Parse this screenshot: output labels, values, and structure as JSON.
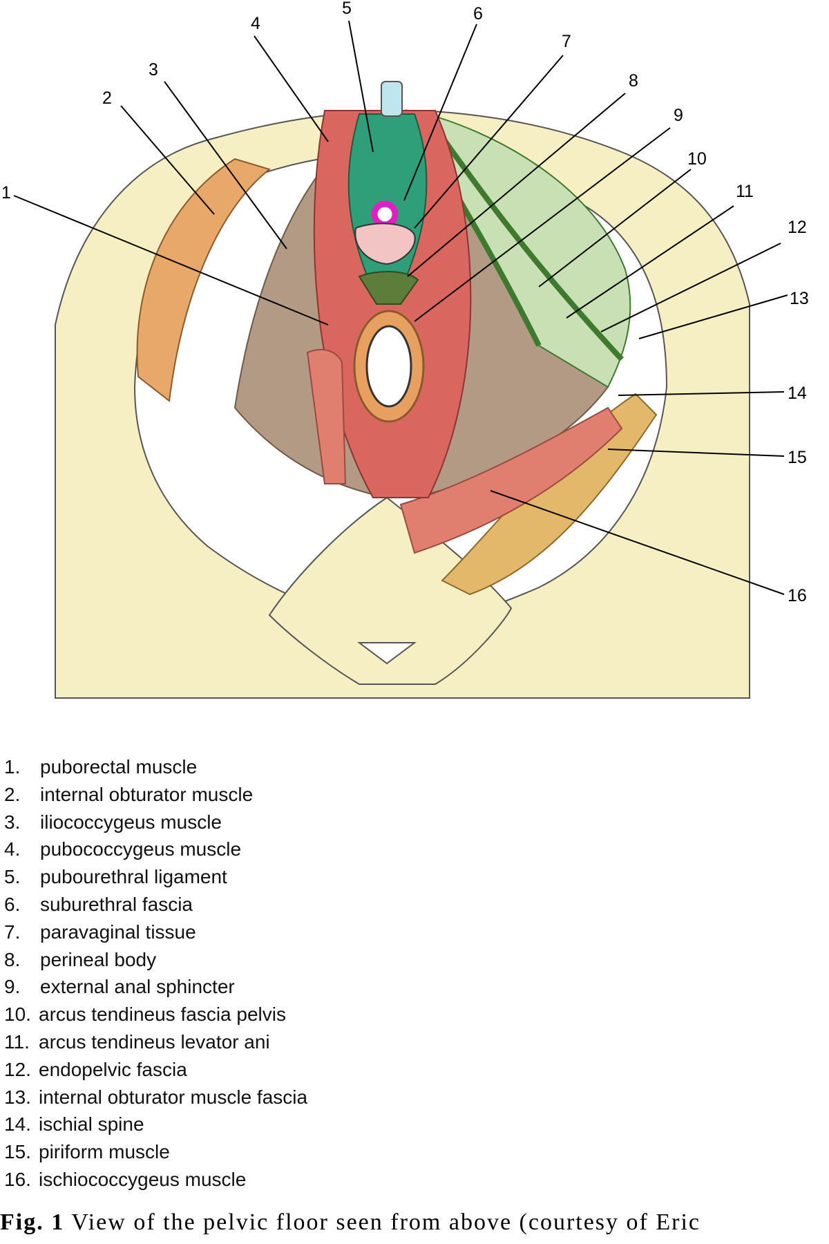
{
  "callouts": [
    "1",
    "2",
    "3",
    "4",
    "5",
    "6",
    "7",
    "8",
    "9",
    "10",
    "11",
    "12",
    "13",
    "14",
    "15",
    "16"
  ],
  "legend": [
    {
      "num": "1.",
      "text": "puborectal muscle"
    },
    {
      "num": "2.",
      "text": "internal obturator muscle"
    },
    {
      "num": "3.",
      "text": "iliococcygeus muscle"
    },
    {
      "num": "4.",
      "text": "pubococcygeus muscle"
    },
    {
      "num": "5.",
      "text": "pubourethral ligament"
    },
    {
      "num": "6.",
      "text": "suburethral fascia"
    },
    {
      "num": "7.",
      "text": "paravaginal tissue"
    },
    {
      "num": "8.",
      "text": "perineal body"
    },
    {
      "num": "9.",
      "text": "external anal sphincter"
    },
    {
      "num": "10.",
      "text": "arcus tendineus fascia pelvis"
    },
    {
      "num": "11.",
      "text": "arcus tendineus levator ani"
    },
    {
      "num": "12.",
      "text": "endopelvic fascia"
    },
    {
      "num": "13.",
      "text": "internal obturator muscle fascia"
    },
    {
      "num": "14.",
      "text": "ischial spine"
    },
    {
      "num": "15.",
      "text": "piriform muscle"
    },
    {
      "num": "16.",
      "text": "ischiococcygeus muscle"
    }
  ],
  "caption": {
    "label": "Fig. 1",
    "text": "View of the pelvic floor seen from above (courtesy of Eric"
  },
  "colors": {
    "bone": "#f7efc4",
    "levator": "#b39a85",
    "sphincter": "#d9675f",
    "obturator": "#e8a86a",
    "fascia_green": "#3d7a2e",
    "endopelvic": "#c9dfb4",
    "urethral_ring": "#e020c0"
  }
}
